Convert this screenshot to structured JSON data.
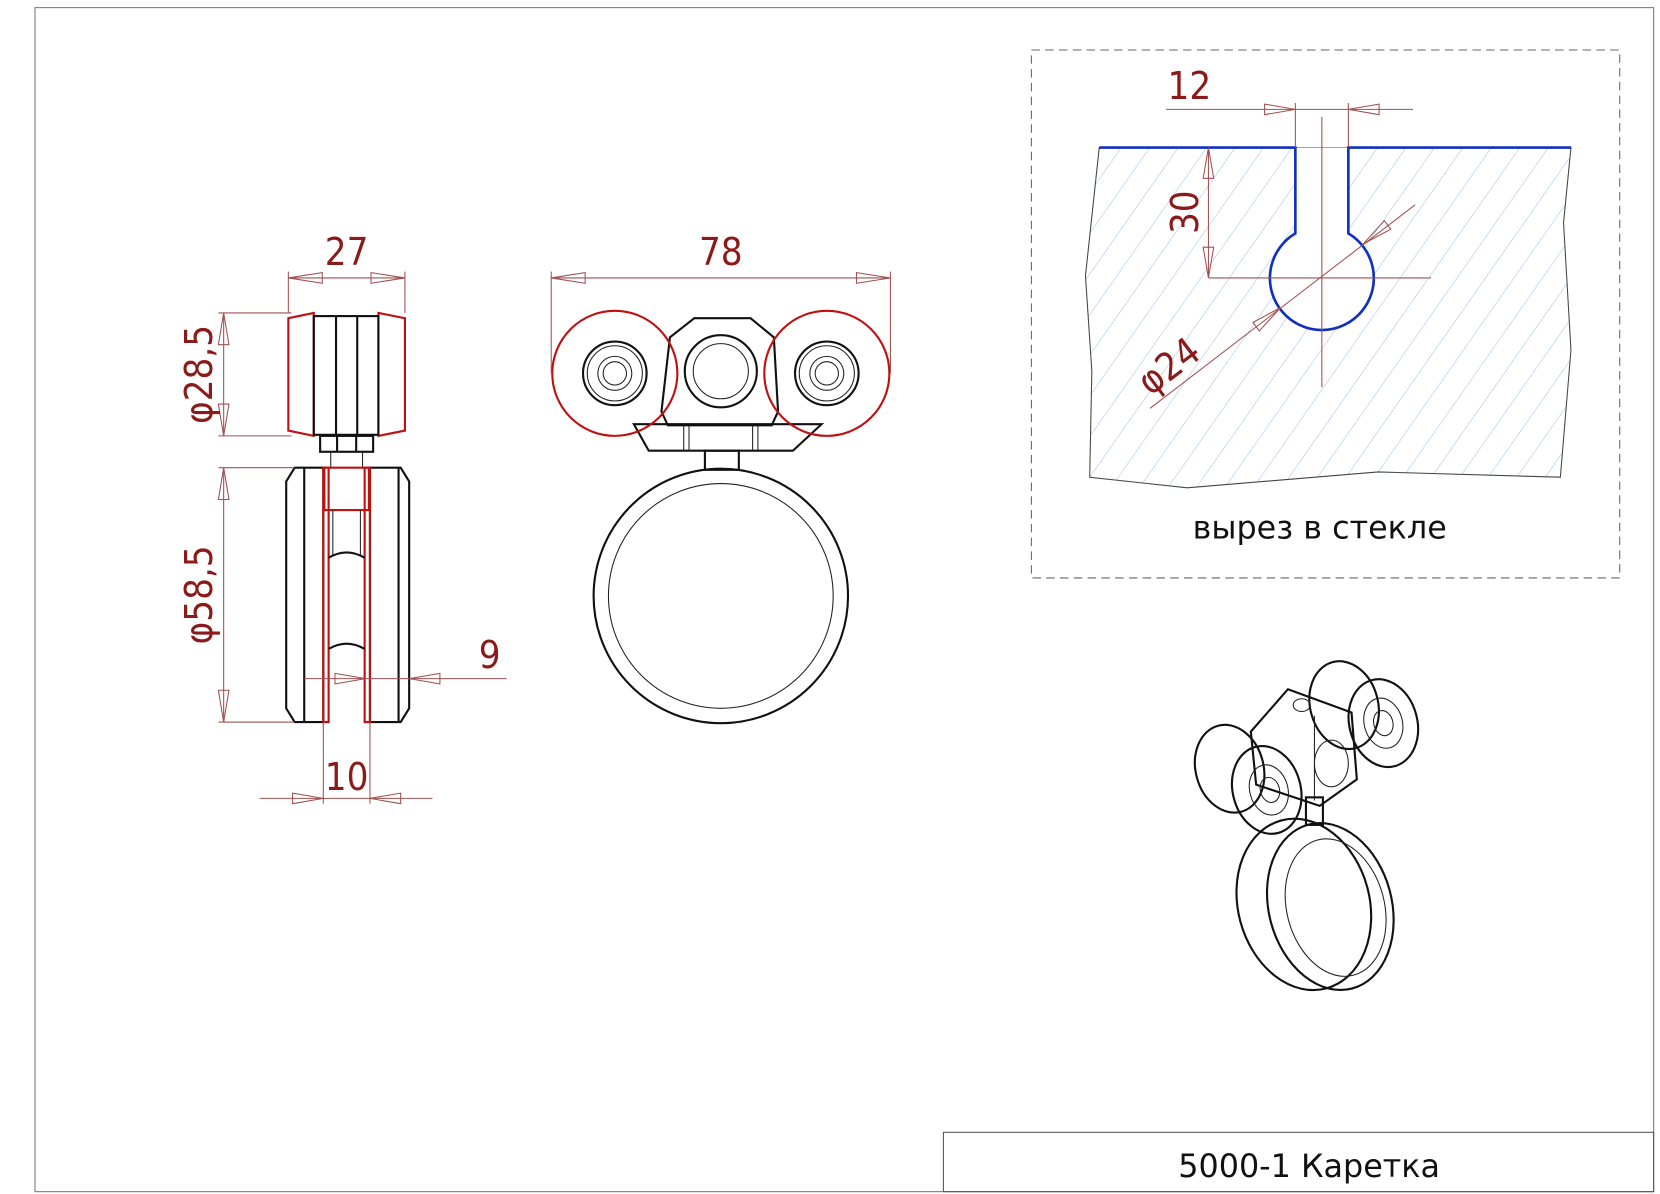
{
  "title_block": {
    "text": "5000-1 Каретка"
  },
  "inset": {
    "caption": "вырез в стекле"
  },
  "dimensions": {
    "side_width": "27",
    "small_roller_diameter": "φ28,5",
    "wheel_diameter": "φ58,5",
    "groove_offset": "9",
    "groove_width": "10",
    "front_width": "78",
    "slot_width": "12",
    "slot_depth": "30",
    "hole_diameter": "φ24"
  },
  "colors": {
    "dimension": "#8b1a1a",
    "outline_red": "#c01010",
    "glass_edge": "#1030c0",
    "hatch": "#9ec4e8"
  }
}
